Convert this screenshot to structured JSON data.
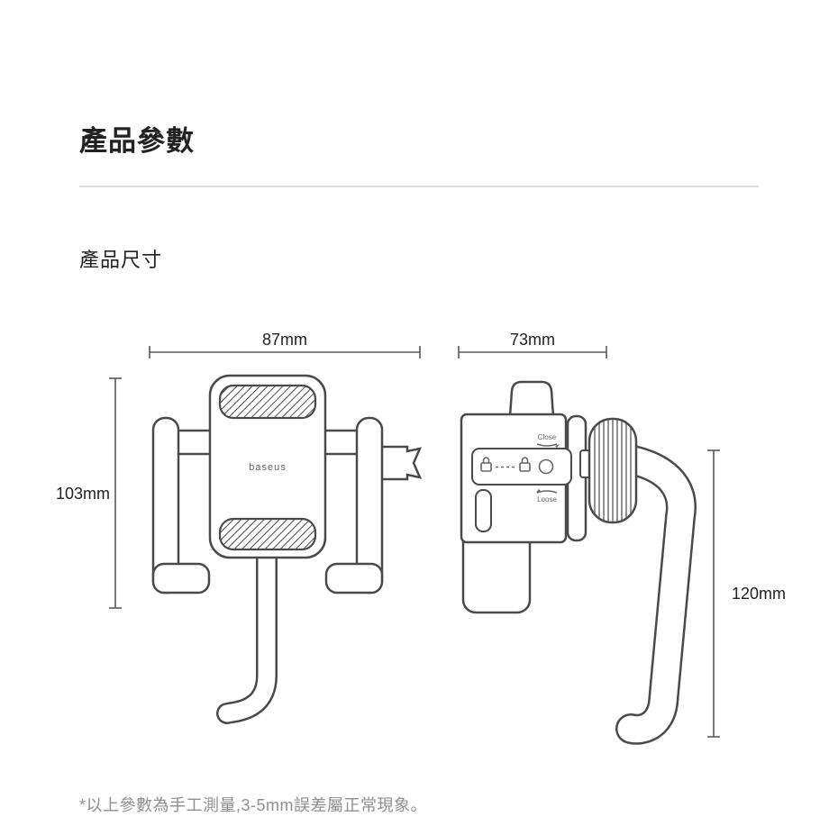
{
  "page": {
    "title": "產品參數",
    "subtitle": "產品尺寸",
    "footnote": "*以上參數為手工測量,3-5mm誤差屬正常現象。"
  },
  "diagram": {
    "front_view": {
      "width_label": "87mm",
      "height_label": "103mm",
      "brand": "baseus"
    },
    "side_view": {
      "width_label": "73mm",
      "height_label": "120mm",
      "close_label": "Close",
      "loose_label": "Loose"
    }
  },
  "colors": {
    "background": "#ffffff",
    "line": "#4a4a4a",
    "dim": "#5a5a5a",
    "ink": "#222222",
    "ink_soft": "#666666",
    "muted": "#8f8f8f",
    "divider": "#dcdcdc"
  }
}
